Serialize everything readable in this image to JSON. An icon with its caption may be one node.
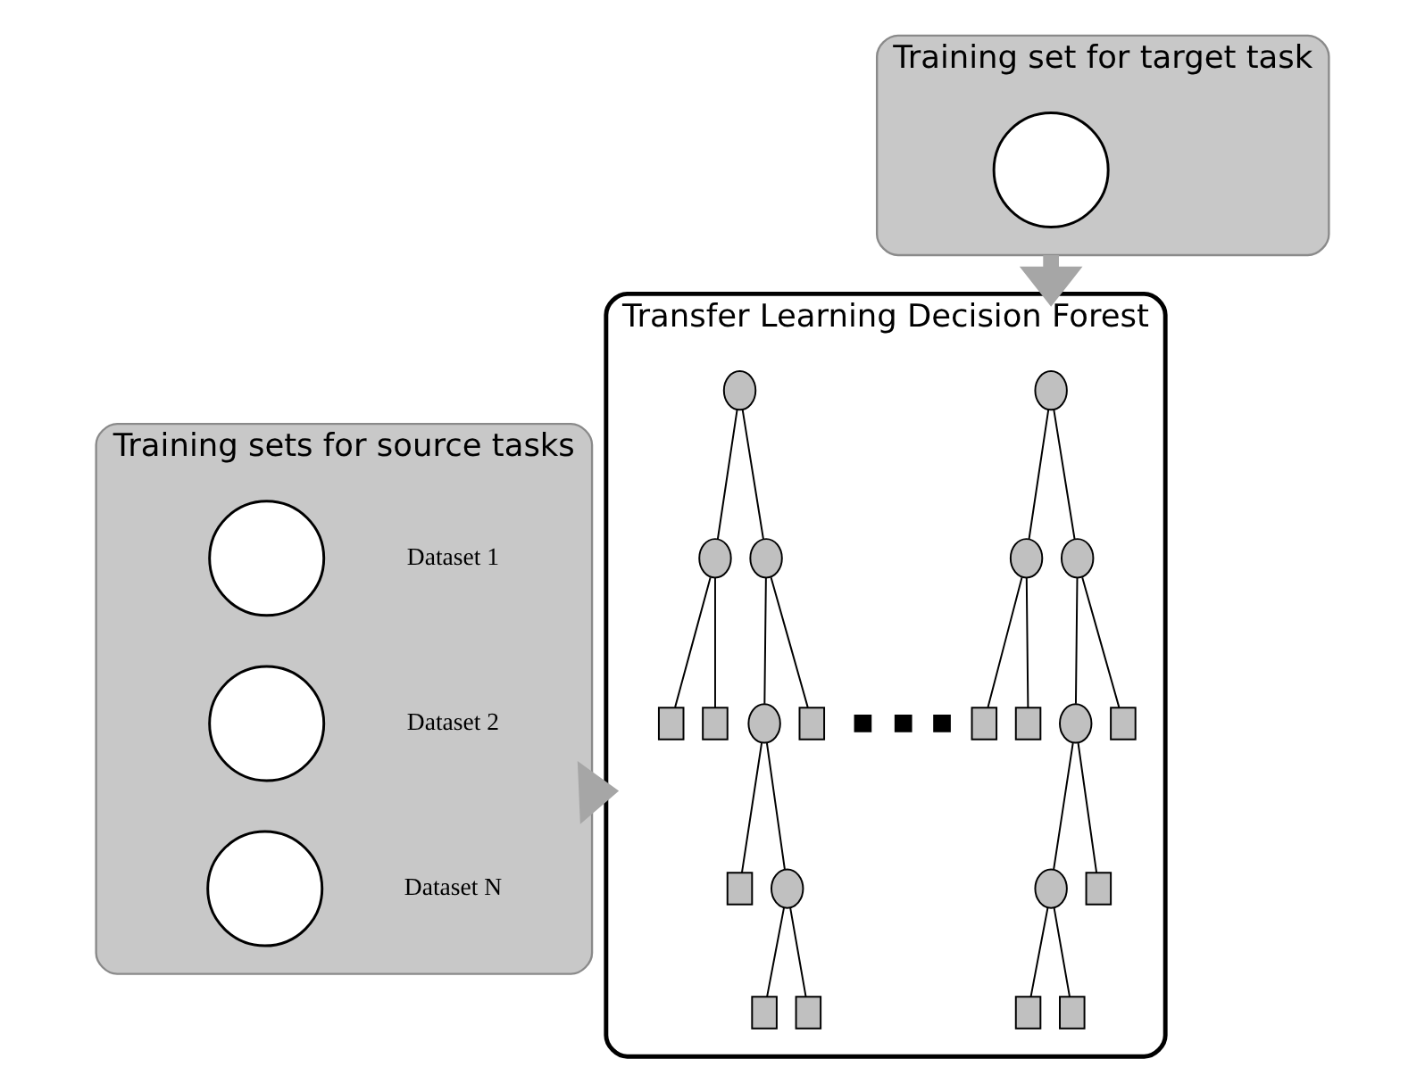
{
  "diagram": {
    "nodes": [
      {
        "text": [
          "Training set for target task"
        ]
      },
      {
        "text": [],
        "shape": "circle",
        "in": 0
      },
      {
        "text": [
          "Training sets for source tasks"
        ]
      },
      {
        "text": [],
        "shape": "circle",
        "in": 2,
        "beside": [
          "Dataset 1"
        ]
      },
      {
        "text": [],
        "shape": "circle",
        "in": 2,
        "beside": [
          "Dataset 2"
        ]
      },
      {
        "text": [],
        "shape": "circle",
        "in": 2,
        "beside": [
          "Dataset N"
        ]
      },
      {
        "text": [
          "Transfer Learning Decision Forest"
        ]
      },
      {
        "text": [],
        "shape": "circle",
        "in": 6
      },
      {
        "text": [],
        "shape": "circle",
        "in": 6
      },
      {
        "text": [],
        "shape": "circle",
        "in": 6
      },
      {
        "text": [],
        "shape": "box",
        "in": 6
      },
      {
        "text": [],
        "shape": "box",
        "in": 6
      },
      {
        "text": [],
        "shape": "circle",
        "in": 6
      },
      {
        "text": [],
        "shape": "box",
        "in": 6
      },
      {
        "text": [],
        "shape": "circle",
        "in": 6
      },
      {
        "text": [],
        "shape": "box",
        "in": 6
      },
      {
        "text": [],
        "shape": "box",
        "in": 6
      },
      {
        "text": [],
        "shape": "box",
        "in": 6
      },
      {
        "text": [],
        "shape": "square",
        "in": 6
      },
      {
        "text": [],
        "shape": "square",
        "in": 6
      },
      {
        "text": [],
        "shape": "square",
        "in": 6
      },
      {
        "text": [],
        "shape": "circle",
        "in": 6
      },
      {
        "text": [],
        "shape": "circle",
        "in": 6
      },
      {
        "text": [],
        "shape": "circle",
        "in": 6
      },
      {
        "text": [],
        "shape": "box",
        "in": 6
      },
      {
        "text": [],
        "shape": "box",
        "in": 6
      },
      {
        "text": [],
        "shape": "circle",
        "in": 6
      },
      {
        "text": [],
        "shape": "box",
        "in": 6
      },
      {
        "text": [],
        "shape": "box",
        "in": 6
      },
      {
        "text": [],
        "shape": "circle",
        "in": 6
      },
      {
        "text": [],
        "shape": "box",
        "in": 6
      },
      {
        "text": [],
        "shape": "box",
        "in": 6
      }
    ],
    "edges": [
      {
        "from": 0,
        "to": 6,
        "arrow": "to",
        "style": "thick",
        "color": "#a6a6a6"
      },
      {
        "from": 2,
        "to": 6,
        "arrow": "to",
        "style": "thick",
        "color": "#a6a6a6"
      },
      {
        "from": 7,
        "to": 8,
        "arrow": "none"
      },
      {
        "from": 7,
        "to": 9,
        "arrow": "none"
      },
      {
        "from": 8,
        "to": 10,
        "arrow": "none"
      },
      {
        "from": 8,
        "to": 11,
        "arrow": "none"
      },
      {
        "from": 9,
        "to": 12,
        "arrow": "none"
      },
      {
        "from": 9,
        "to": 13,
        "arrow": "none"
      },
      {
        "from": 12,
        "to": 14,
        "arrow": "none"
      },
      {
        "from": 12,
        "to": 15,
        "arrow": "none"
      },
      {
        "from": 14,
        "to": 16,
        "arrow": "none"
      },
      {
        "from": 14,
        "to": 17,
        "arrow": "none"
      },
      {
        "from": 21,
        "to": 22,
        "arrow": "none"
      },
      {
        "from": 21,
        "to": 23,
        "arrow": "none"
      },
      {
        "from": 22,
        "to": 24,
        "arrow": "none"
      },
      {
        "from": 22,
        "to": 25,
        "arrow": "none"
      },
      {
        "from": 23,
        "to": 26,
        "arrow": "none"
      },
      {
        "from": 23,
        "to": 27,
        "arrow": "none"
      },
      {
        "from": 26,
        "to": 28,
        "arrow": "none"
      },
      {
        "from": 26,
        "to": 29,
        "arrow": "none"
      },
      {
        "from": 29,
        "to": 30,
        "arrow": "none"
      },
      {
        "from": 29,
        "to": 31,
        "arrow": "none"
      }
    ]
  }
}
